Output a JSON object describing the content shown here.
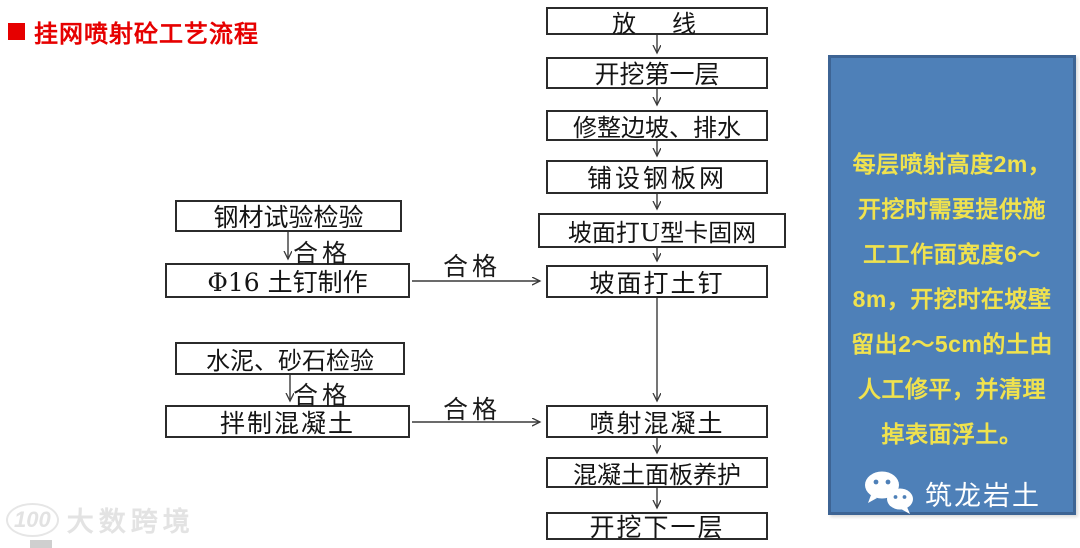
{
  "title": {
    "text": "挂网喷射砼工艺流程"
  },
  "flow": {
    "qualified": "合格",
    "main": [
      {
        "label": "放　线"
      },
      {
        "label": "开挖第一层"
      },
      {
        "label": "修整边坡、排水"
      },
      {
        "label": "铺设钢板网"
      },
      {
        "label": "坡面打U型卡固网"
      },
      {
        "label": "坡面打土钉"
      },
      {
        "label": "喷射混凝土"
      },
      {
        "label": "混凝土面板养护"
      },
      {
        "label": "开挖下一层"
      }
    ],
    "left": [
      {
        "check": "钢材试验检验",
        "make": "Φ16 土钉制作"
      },
      {
        "check": "水泥、砂石检验",
        "make": "拌制混凝土"
      }
    ]
  },
  "note": {
    "lines": [
      "每层喷射高度2m，",
      "开挖时需要提供施",
      "工工作面宽度6～",
      "8m，开挖时在坡壁",
      "留出2～5cm的土由",
      "人工修平，并清理",
      "掉表面浮土。"
    ]
  },
  "footer": {
    "wechat_name": "筑龙岩土",
    "watermark_text": "大数跨境",
    "watermark_logo": "100"
  },
  "colors": {
    "title_red": "#e60000",
    "note_fill": "#4E80B8",
    "note_border": "#3D6494",
    "note_text": "#F0E24E"
  }
}
